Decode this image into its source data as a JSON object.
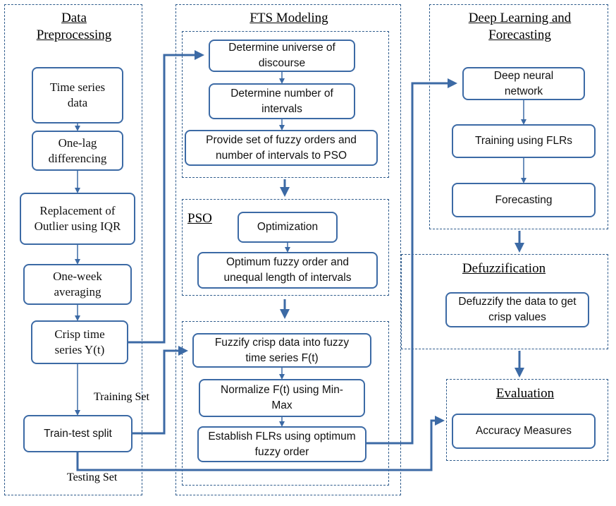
{
  "sections": {
    "data_preprocessing": "Data Preprocessing",
    "fts_modeling": "FTS Modeling",
    "pso": "PSO",
    "deep_learning": "Deep Learning  and Forecasting",
    "defuzzification": "Defuzzification",
    "evaluation": "Evaluation"
  },
  "preprocessing": {
    "time_series": "Time series data",
    "one_lag": "One-lag differencing",
    "outlier": "Replacement of Outlier  using IQR",
    "averaging": "One-week averaging",
    "crisp": "Crisp time series  Y(t)",
    "split": "Train-test split"
  },
  "fts": {
    "universe": "Determine universe of discourse",
    "intervals": "Determine number of intervals",
    "provide": "Provide set of fuzzy orders and number of intervals to PSO"
  },
  "pso": {
    "optimization": "Optimization",
    "optimum": "Optimum fuzzy order and unequal length of intervals"
  },
  "fuzzify": {
    "fuzzify": "Fuzzify crisp data into fuzzy time series F(t)",
    "normalize": "Normalize F(t) using Min-Max",
    "establish": "Establish FLRs using optimum fuzzy order"
  },
  "deep": {
    "dnn": "Deep neural network",
    "training": "Training using FLRs",
    "forecasting": "Forecasting"
  },
  "defuzz": {
    "box": "Defuzzify the data to get crisp values"
  },
  "evaluation": {
    "box": "Accuracy Measures"
  },
  "labels": {
    "training_set": "Training  Set",
    "testing_set": "Testing Set"
  },
  "colors": {
    "box_border": "#3c6aa5",
    "arrow": "#3c6aa5",
    "panel_border": "#2e5b8c"
  }
}
